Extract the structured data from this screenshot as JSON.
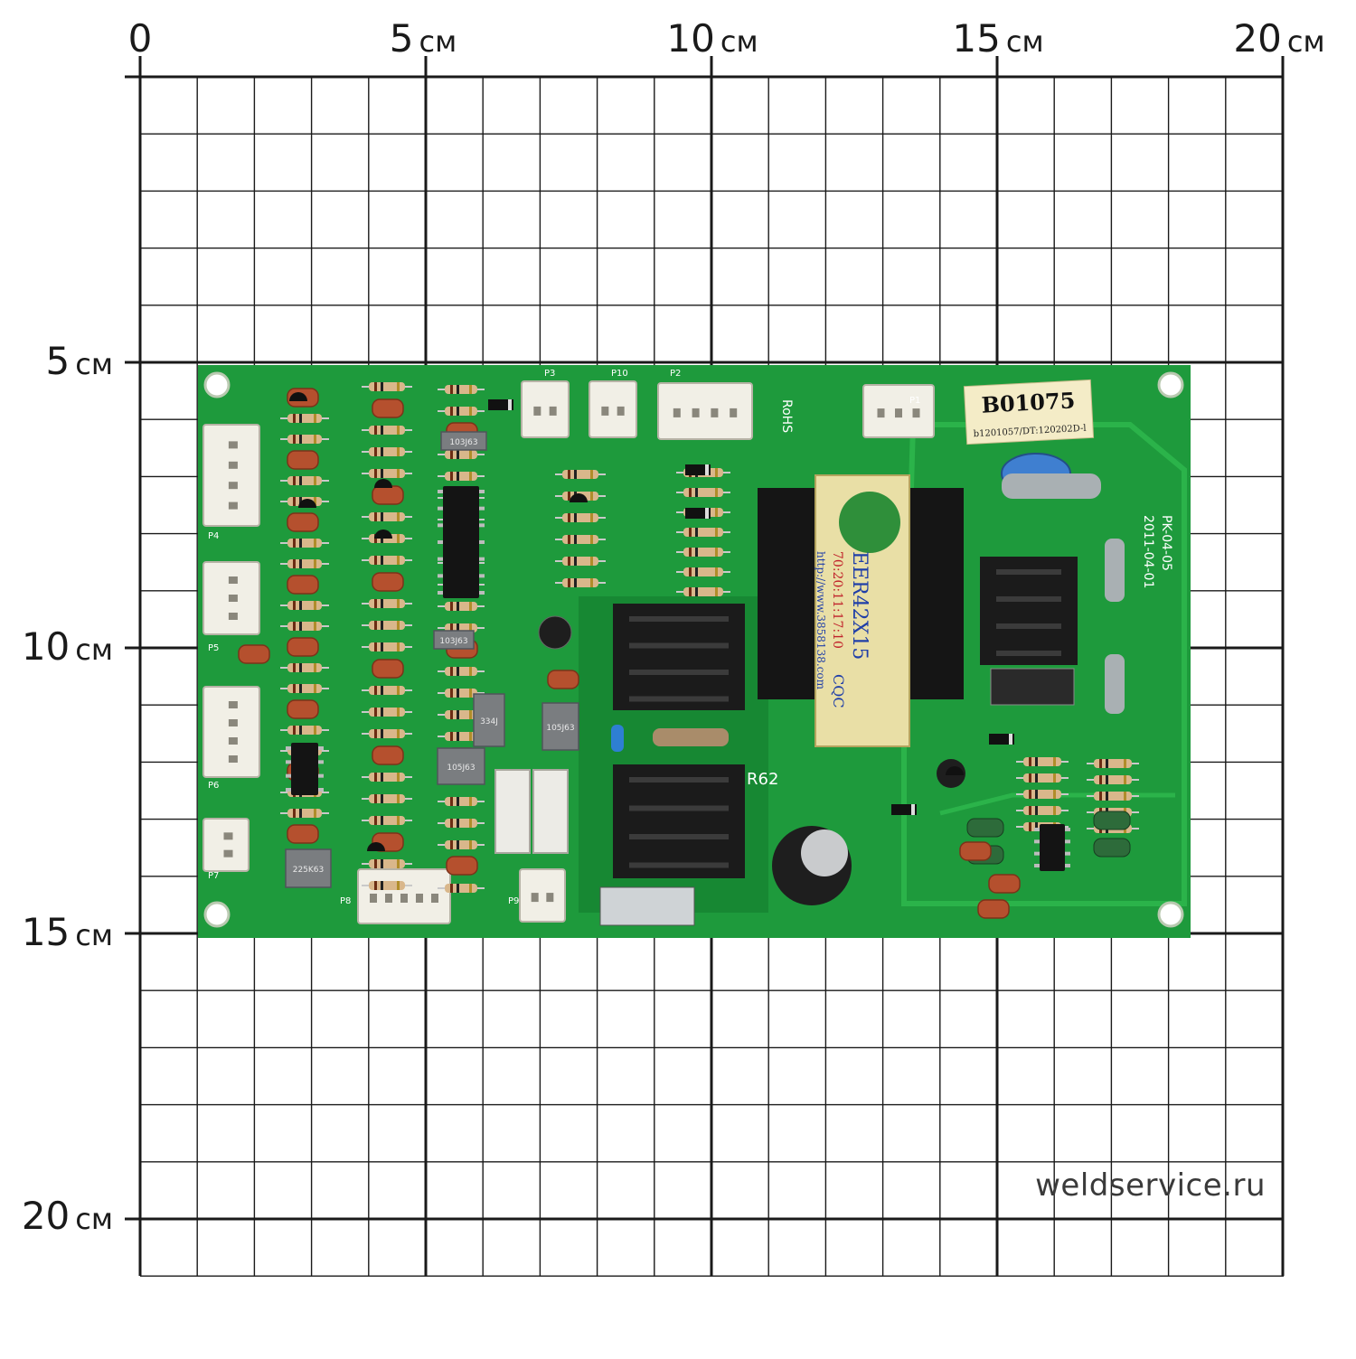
{
  "ruler": {
    "unit": "см",
    "top_ticks": [
      "0",
      "5",
      "10",
      "15",
      "20"
    ],
    "left_ticks": [
      "5",
      "10",
      "15",
      "20"
    ]
  },
  "board": {
    "label_code": "B01075",
    "label_sub": "b1201057/DT:120202D-l",
    "transformer_model": "EER42X15",
    "transformer_date": "70:20:11:17:10",
    "transformer_cert": "CQC",
    "transformer_url": "http://www.3858138.com",
    "rohs": "RoHS",
    "board_code": "PK-04-05",
    "board_date": "2011-04-01",
    "big_resistor": "R62",
    "cap_labels": [
      "103J63",
      "105J63",
      "334J",
      "225K63",
      "105J63",
      "103J63"
    ],
    "connector_labels": [
      "P1",
      "P2",
      "P3",
      "P4",
      "P5",
      "P6",
      "P7",
      "P8",
      "P9",
      "P10"
    ],
    "colors": {
      "pcb": "#1e9a3c",
      "pcb_dark": "#137a2c",
      "trace": "#2bb34a",
      "connector": "#f1efe6",
      "capacitor": "#b5502e",
      "heatsink": "#1b1b1b",
      "transformer": "#e9dfa6"
    }
  },
  "watermark": "weldservice.ru"
}
